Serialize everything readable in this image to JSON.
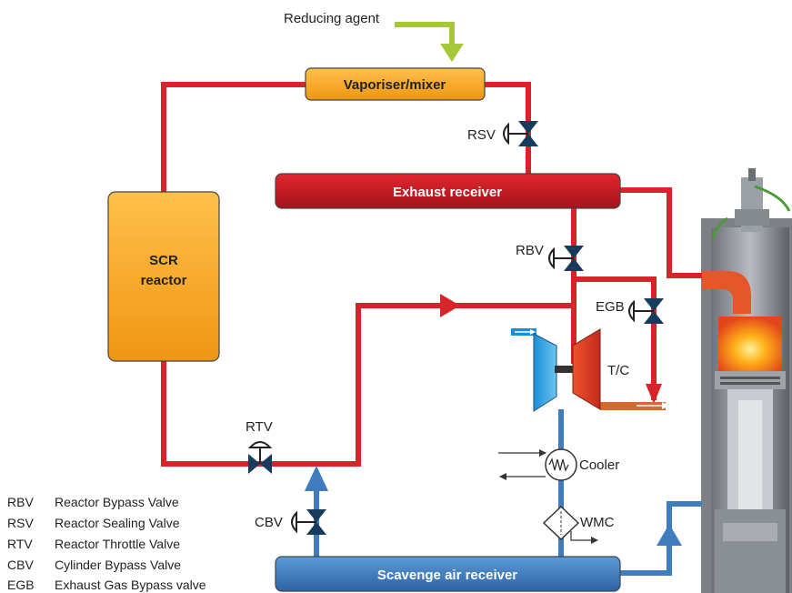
{
  "inputs": {
    "reducing_agent": "Reducing agent"
  },
  "boxes": {
    "vaporiser": "Vaporiser/mixer",
    "exhaust_receiver": "Exhaust receiver",
    "scr_line1": "SCR",
    "scr_line2": "reactor",
    "scavenge_receiver": "Scavenge air receiver"
  },
  "valves": {
    "rsv": "RSV",
    "rbv": "RBV",
    "egb": "EGB",
    "rtv": "RTV",
    "cbv": "CBV"
  },
  "components": {
    "turbocharger": "T/C",
    "cooler": "Cooler",
    "wmc": "WMC"
  },
  "legend": [
    {
      "abbr": "RBV",
      "desc": "Reactor Bypass Valve"
    },
    {
      "abbr": "RSV",
      "desc": "Reactor Sealing Valve"
    },
    {
      "abbr": "RTV",
      "desc": "Reactor Throttle Valve"
    },
    {
      "abbr": "CBV",
      "desc": "Cylinder Bypass Valve"
    },
    {
      "abbr": "EGB",
      "desc": "Exhaust Gas Bypass valve"
    }
  ],
  "colors": {
    "exhaust_red": "#d8232a",
    "air_blue": "#3f7cc0",
    "orange": "#f5a21b",
    "reagent_green": "#a6c837"
  }
}
